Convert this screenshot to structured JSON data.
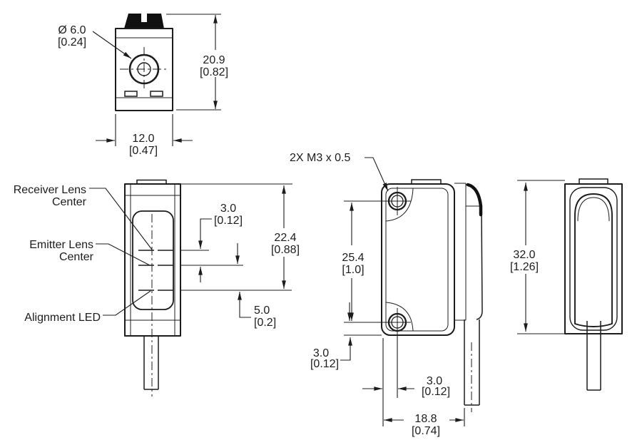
{
  "background": "#ffffff",
  "line_color": "#1c1c1c",
  "views": {
    "top_view": {
      "dims": {
        "knob_diameter": {
          "mm": "Ø 6.0",
          "in": "[0.24]"
        },
        "height": {
          "mm": "20.9",
          "in": "[0.82]"
        },
        "width": {
          "mm": "12.0",
          "in": "[0.47]"
        }
      }
    },
    "front_view": {
      "labels": {
        "receiver_line1": "Receiver Lens",
        "receiver_line2": "Center",
        "emitter_line1": "Emitter Lens",
        "emitter_line2": "Center",
        "alignment": "Alignment LED"
      },
      "dims": {
        "receiver_to_emitter": {
          "mm": "3.0",
          "in": "[0.12]"
        },
        "top_to_alignment": {
          "mm": "22.4",
          "in": "[0.88]"
        },
        "emitter_to_alignment": {
          "mm": "5.0",
          "in": "[0.2]"
        }
      }
    },
    "side_view": {
      "labels": {
        "mounting_thread": "2X  M3 x 0.5"
      },
      "dims": {
        "hole_spacing": {
          "mm": "25.4",
          "in": "[1.0]"
        },
        "hole_to_bottom": {
          "mm": "3.0",
          "in": "[0.12]"
        },
        "hole_to_front": {
          "mm": "3.0",
          "in": "[0.12]"
        },
        "depth": {
          "mm": "18.8",
          "in": "[0.74]"
        }
      }
    },
    "rear_view": {
      "dims": {
        "overall_height": {
          "mm": "32.0",
          "in": "[1.26]"
        }
      }
    }
  }
}
